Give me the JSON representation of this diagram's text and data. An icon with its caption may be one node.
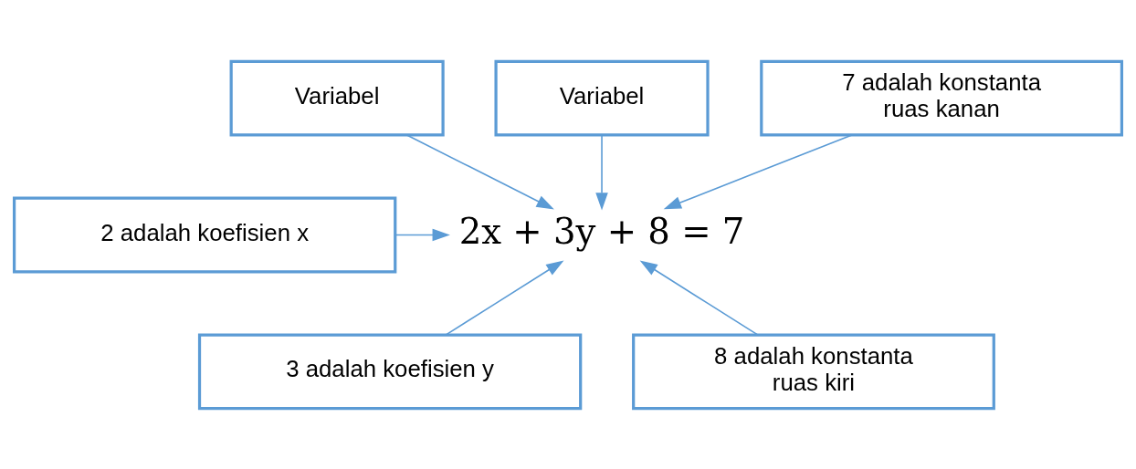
{
  "diagram": {
    "nodes": [
      {
        "text": [
          "Variabel"
        ]
      },
      {
        "text": [
          "Variabel"
        ]
      },
      {
        "text": [
          "7 adalah konstanta ruas kanan"
        ]
      },
      {
        "text": [
          "2 adalah koefisien x"
        ]
      },
      {
        "text": [
          "2x + 3y + 8 = 7"
        ]
      },
      {
        "text": [
          "3 adalah koefisien y"
        ]
      },
      {
        "text": [
          "8 adalah konstanta ruas kiri"
        ]
      }
    ],
    "edges": [
      {
        "from": 0,
        "to": 4,
        "arrow": "to"
      },
      {
        "from": 1,
        "to": 4,
        "arrow": "to"
      },
      {
        "from": 2,
        "to": 4,
        "arrow": "to"
      },
      {
        "from": 3,
        "to": 4,
        "arrow": "to"
      },
      {
        "from": 5,
        "to": 4,
        "arrow": "to"
      },
      {
        "from": 6,
        "to": 4,
        "arrow": "to"
      }
    ]
  }
}
